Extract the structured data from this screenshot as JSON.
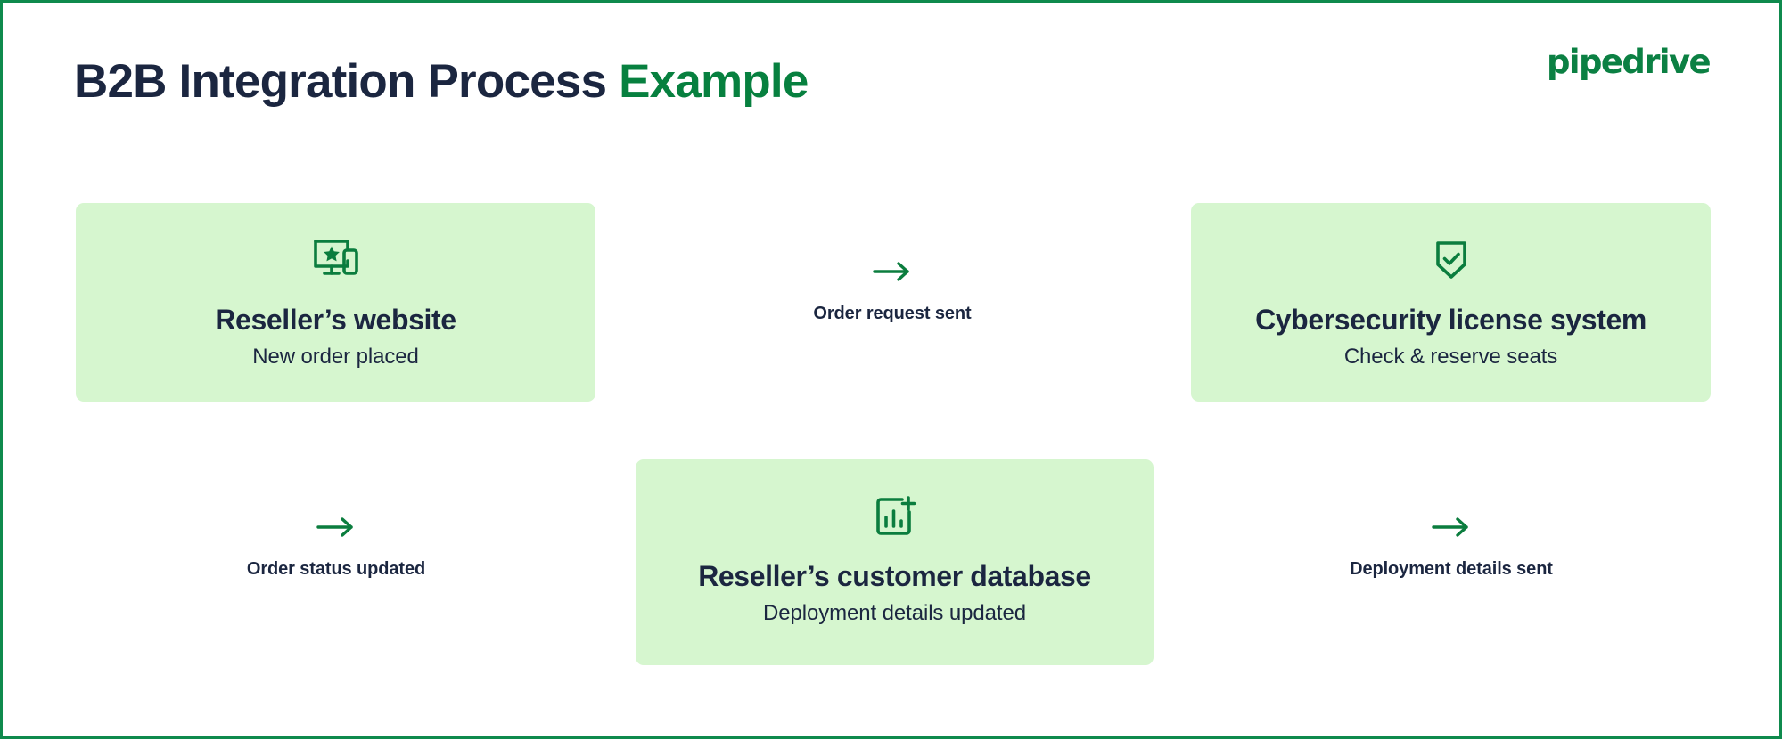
{
  "header": {
    "title_primary": "B2B Integration Process",
    "title_accent": "Example",
    "brand": "pipedrive"
  },
  "colors": {
    "accent_green": "#07803f",
    "logo_green": "#0b8043",
    "card_background": "#d6f6cf",
    "text_dark": "#1b2640",
    "icon_green": "#0b7d3e",
    "border_green": "#0f8a4d",
    "page_background": "#ffffff"
  },
  "cards": [
    {
      "id": "reseller-website",
      "icon": "monitor-mobile-star-icon",
      "title": "Reseller’s website",
      "subtitle": "New order placed"
    },
    {
      "id": "cybersecurity",
      "icon": "shield-check-icon",
      "title": "Cybersecurity license system",
      "subtitle": "Check & reserve seats"
    },
    {
      "id": "customer-db",
      "icon": "bar-chart-plus-icon",
      "title": "Reseller’s customer database",
      "subtitle": "Deployment details updated"
    }
  ],
  "connectors": [
    {
      "id": "order-request",
      "icon": "arrow-right-icon",
      "label": "Order request sent"
    },
    {
      "id": "order-status",
      "icon": "arrow-right-icon",
      "label": "Order status updated"
    },
    {
      "id": "deployment-details",
      "icon": "arrow-right-icon",
      "label": "Deployment details sent"
    }
  ]
}
